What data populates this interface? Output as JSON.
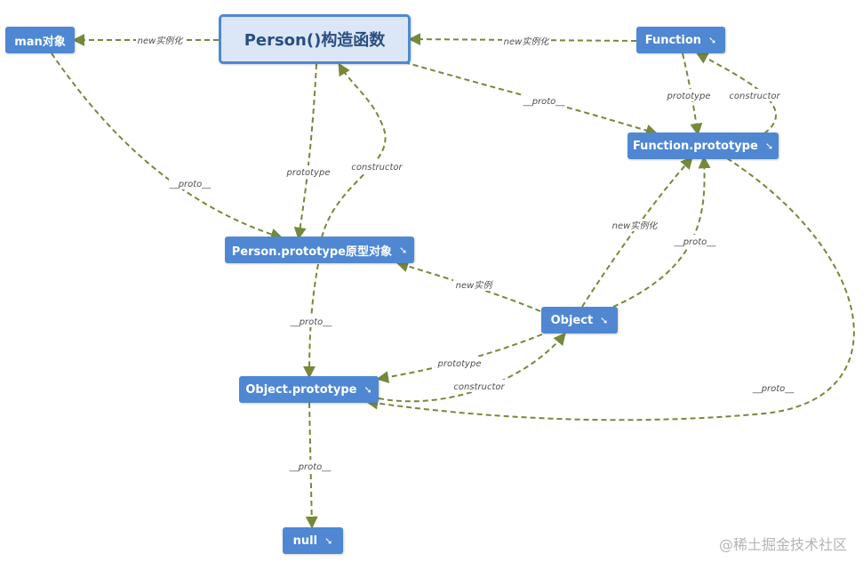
{
  "nodes": {
    "person_ctor": {
      "label": "Person()构造函数"
    },
    "man": {
      "label": "man对象"
    },
    "function": {
      "label": "Function",
      "chevron": "➘"
    },
    "function_proto": {
      "label": "Function.prototype",
      "chevron": "➘"
    },
    "person_proto": {
      "label": "Person.prototype原型对象",
      "chevron": "➘"
    },
    "object": {
      "label": "Object",
      "chevron": "➘"
    },
    "object_proto": {
      "label": "Object.prototype",
      "chevron": "➘"
    },
    "null": {
      "label": "null",
      "chevron": "➘"
    }
  },
  "edges": [
    {
      "id": "e1",
      "from": "person_ctor",
      "to": "man",
      "label": "new实例化"
    },
    {
      "id": "e2",
      "from": "function",
      "to": "person_ctor",
      "label": "new实例化"
    },
    {
      "id": "e3",
      "from": "person_ctor",
      "to": "function_proto",
      "label": "__proto__"
    },
    {
      "id": "e4",
      "from": "function",
      "to": "function_proto",
      "label": "prototype"
    },
    {
      "id": "e5",
      "from": "function_proto",
      "to": "function",
      "label": "constructor"
    },
    {
      "id": "e6",
      "from": "man",
      "to": "person_proto",
      "label": "__proto__"
    },
    {
      "id": "e7",
      "from": "person_ctor",
      "to": "person_proto",
      "label": "prototype"
    },
    {
      "id": "e8",
      "from": "person_proto",
      "to": "person_ctor",
      "label": "constructor"
    },
    {
      "id": "e9",
      "from": "object",
      "to": "function_proto",
      "label": "new实例化"
    },
    {
      "id": "e10",
      "from": "object",
      "to": "function_proto",
      "label": "__proto__"
    },
    {
      "id": "e11",
      "from": "object",
      "to": "person_proto",
      "label": "new实例"
    },
    {
      "id": "e12",
      "from": "person_proto",
      "to": "object_proto",
      "label": "__proto__"
    },
    {
      "id": "e13",
      "from": "object",
      "to": "object_proto",
      "label": "prototype"
    },
    {
      "id": "e14",
      "from": "object_proto",
      "to": "object",
      "label": "constructor"
    },
    {
      "id": "e15",
      "from": "function_proto",
      "to": "object_proto",
      "label": "__proto__"
    },
    {
      "id": "e16",
      "from": "object_proto",
      "to": "null",
      "label": "__proto__"
    }
  ],
  "colors": {
    "node_fill": "#4f87d3",
    "central_fill": "#dbe7f6",
    "edge": "#75893a"
  },
  "watermark": "@稀土掘金技术社区"
}
